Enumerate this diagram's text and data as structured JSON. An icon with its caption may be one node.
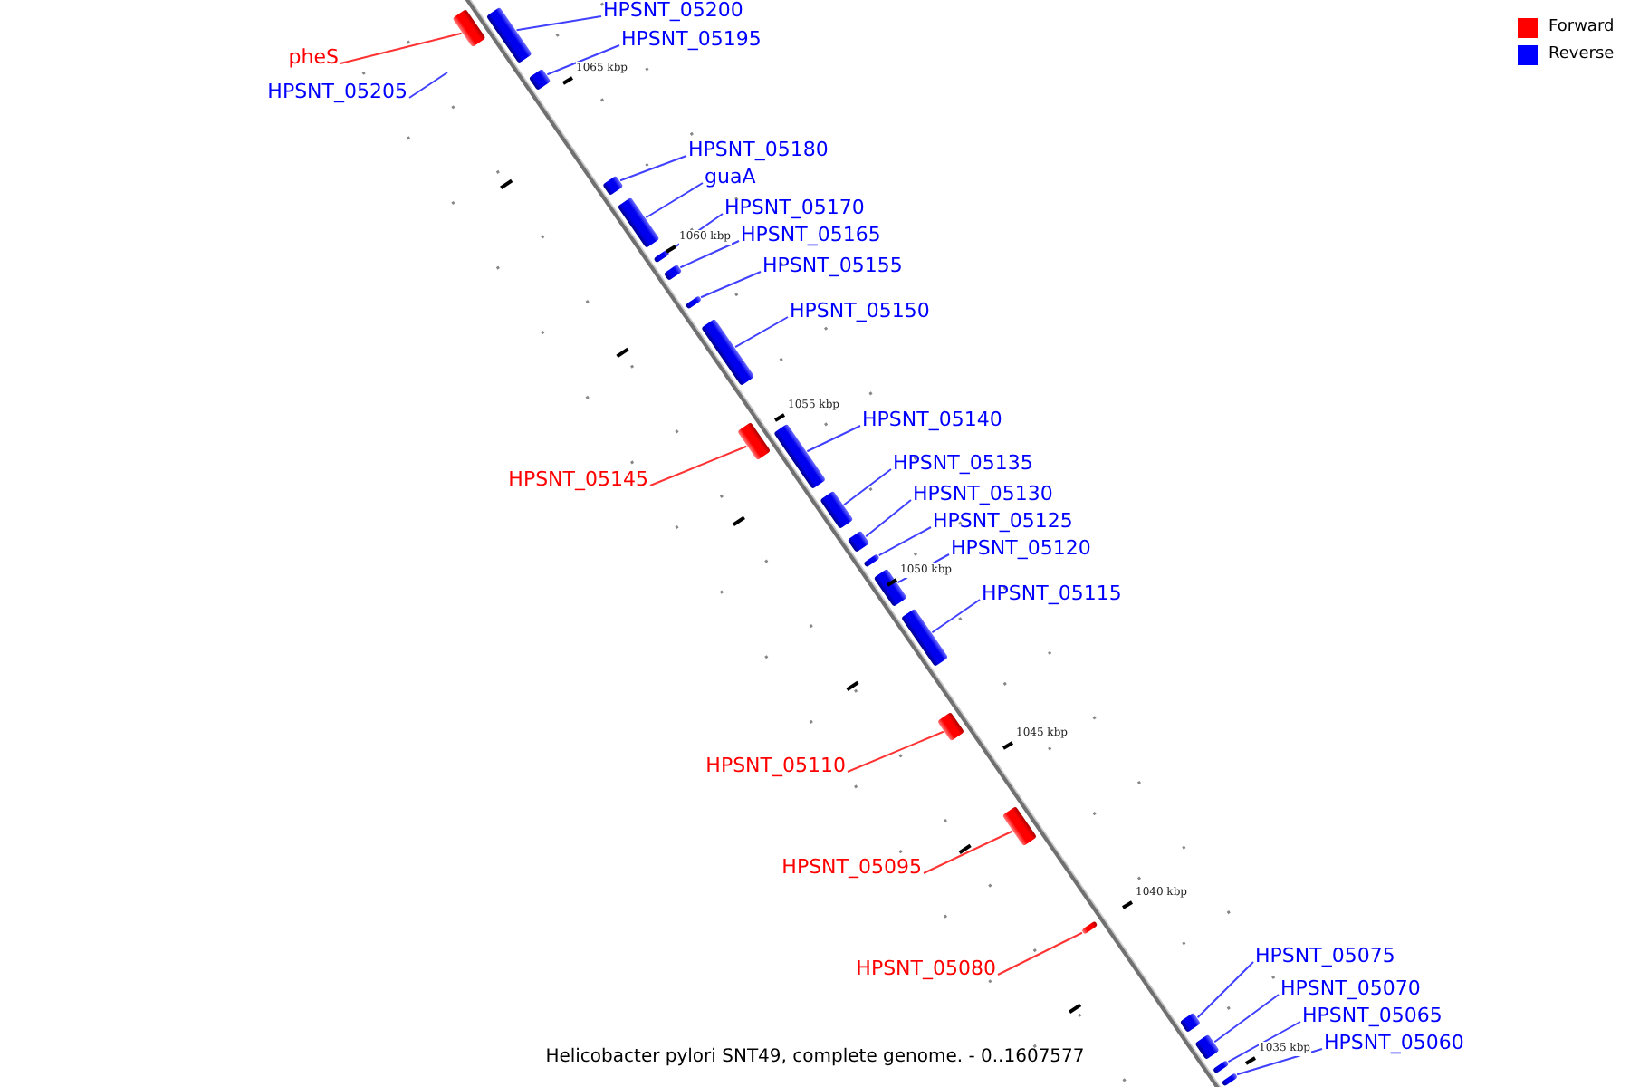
{
  "diagram": {
    "caption": "Helicobacter pylori SNT49, complete genome. - 0..1607577",
    "nodes": [
      {
        "text": [
          "HPSNT_05200"
        ]
      },
      {
        "text": [],
        "shape": "bar"
      },
      {
        "text": [
          "pheS"
        ]
      },
      {
        "text": [],
        "shape": "bar"
      },
      {
        "text": [
          "HPSNT_05195"
        ]
      },
      {
        "text": [],
        "shape": "bar"
      },
      {
        "text": [
          "HPSNT_05205"
        ]
      },
      {
        "text": [
          "HPSNT_05180"
        ]
      },
      {
        "text": [],
        "shape": "bar"
      },
      {
        "text": [
          "guaA"
        ]
      },
      {
        "text": [],
        "shape": "bar"
      },
      {
        "text": [
          "HPSNT_05170"
        ]
      },
      {
        "text": [],
        "shape": "bar"
      },
      {
        "text": [
          "HPSNT_05165"
        ]
      },
      {
        "text": [],
        "shape": "bar"
      },
      {
        "text": [
          "HPSNT_05155"
        ]
      },
      {
        "text": [],
        "shape": "bar"
      },
      {
        "text": [
          "HPSNT_05150"
        ]
      },
      {
        "text": [],
        "shape": "bar"
      },
      {
        "text": [
          "HPSNT_05140"
        ]
      },
      {
        "text": [],
        "shape": "bar"
      },
      {
        "text": [
          "HPSNT_05145"
        ]
      },
      {
        "text": [],
        "shape": "bar"
      },
      {
        "text": [
          "HPSNT_05135"
        ]
      },
      {
        "text": [],
        "shape": "bar"
      },
      {
        "text": [
          "HPSNT_05130"
        ]
      },
      {
        "text": [],
        "shape": "bar"
      },
      {
        "text": [
          "HPSNT_05125"
        ]
      },
      {
        "text": [],
        "shape": "bar"
      },
      {
        "text": [
          "HPSNT_05120"
        ]
      },
      {
        "text": [],
        "shape": "bar"
      },
      {
        "text": [
          "HPSNT_05115"
        ]
      },
      {
        "text": [],
        "shape": "bar"
      },
      {
        "text": [
          "HPSNT_05110"
        ]
      },
      {
        "text": [],
        "shape": "bar"
      },
      {
        "text": [
          "HPSNT_05095"
        ]
      },
      {
        "text": [],
        "shape": "bar"
      },
      {
        "text": [
          "HPSNT_05080"
        ]
      },
      {
        "text": [],
        "shape": "bar"
      },
      {
        "text": [
          "HPSNT_05075"
        ]
      },
      {
        "text": [],
        "shape": "bar"
      },
      {
        "text": [
          "HPSNT_05070"
        ]
      },
      {
        "text": [],
        "shape": "bar"
      },
      {
        "text": [
          "HPSNT_05065"
        ]
      },
      {
        "text": [],
        "shape": "bar"
      },
      {
        "text": [
          "HPSNT_05060"
        ]
      },
      {
        "text": [],
        "shape": "bar"
      }
    ],
    "edges": [
      {
        "from": 0,
        "to": 1,
        "arrow": "none"
      },
      {
        "from": 2,
        "to": 3,
        "arrow": "none",
        "color": "#ff3333"
      },
      {
        "from": 4,
        "to": 5,
        "arrow": "none"
      },
      {
        "from": 6,
        "to": null,
        "arrow": "none"
      },
      {
        "from": 7,
        "to": 8,
        "arrow": "none"
      },
      {
        "from": 9,
        "to": 10,
        "arrow": "none"
      },
      {
        "from": 11,
        "to": 12,
        "arrow": "none"
      },
      {
        "from": 13,
        "to": 14,
        "arrow": "none"
      },
      {
        "from": 15,
        "to": 16,
        "arrow": "none"
      },
      {
        "from": 17,
        "to": 18,
        "arrow": "none"
      },
      {
        "from": 19,
        "to": 20,
        "arrow": "none"
      },
      {
        "from": 21,
        "to": 22,
        "arrow": "none",
        "color": "#ff3333"
      },
      {
        "from": 23,
        "to": 24,
        "arrow": "none"
      },
      {
        "from": 25,
        "to": 26,
        "arrow": "none"
      },
      {
        "from": 27,
        "to": 28,
        "arrow": "none"
      },
      {
        "from": 29,
        "to": 30,
        "arrow": "none"
      },
      {
        "from": 31,
        "to": 32,
        "arrow": "none"
      },
      {
        "from": 33,
        "to": 34,
        "arrow": "none",
        "color": "#ff3333"
      },
      {
        "from": 35,
        "to": 36,
        "arrow": "none",
        "color": "#ff3333"
      },
      {
        "from": 37,
        "to": 38,
        "arrow": "none",
        "color": "#ff3333"
      },
      {
        "from": 39,
        "to": 40,
        "arrow": "none"
      },
      {
        "from": 41,
        "to": 42,
        "arrow": "none"
      },
      {
        "from": 43,
        "to": 44,
        "arrow": "none"
      },
      {
        "from": 45,
        "to": 46,
        "arrow": "none"
      }
    ],
    "labels": [
      "1065 kbp",
      "1060 kbp",
      "1055 kbp",
      "1050 kbp",
      "1045 kbp",
      "1040 kbp",
      "1035 kbp"
    ],
    "legend": [
      {
        "text": "Forward",
        "color": "#ff0000"
      },
      {
        "text": "Reverse",
        "color": "#0000ff"
      }
    ]
  }
}
